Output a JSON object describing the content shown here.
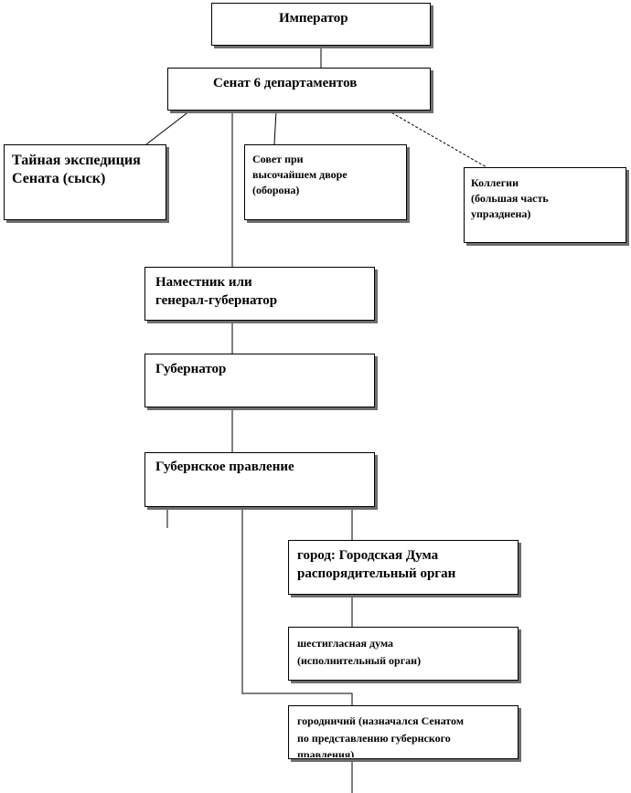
{
  "nodes": {
    "emperor": "Император",
    "senate": "Сенат 6 департаментов",
    "secret": "Тайная экспедиция\nСената (сыск)",
    "council": "Совет при\nвысочайшем дворе\n(оборона)",
    "colleges": "Коллегии\n(большая  часть\nупразднена)",
    "viceroy": "Наместник или\n генерал-губернатор",
    "governor": "Губернатор",
    "gov_board": "Губернское правление",
    "city_duma": "город: Городская Дума\nраспорядительный орган",
    "six_duma": "шестигласная  дума\n(исполнительный орган)",
    "mayor": "городничий (назначался  Сенатом\nпо представлению губернского\nправления)"
  }
}
